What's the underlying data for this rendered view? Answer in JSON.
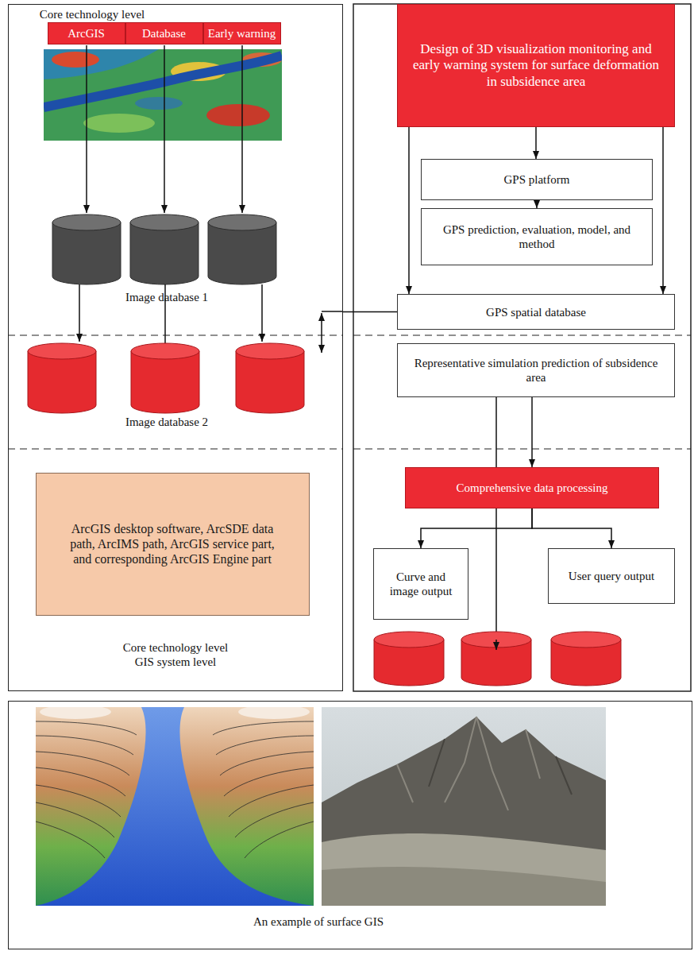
{
  "diagram": {
    "nodes": [
      {
        "text": [
          "Core technology level",
          "Core technology level GIS system level"
        ]
      },
      {
        "text": [
          "ArcGIS"
        ],
        "in": 0
      },
      {
        "text": [
          "Database"
        ],
        "in": 0
      },
      {
        "text": [
          "Early warning"
        ],
        "in": 0
      },
      {
        "text": [
          "ArcGIS desktop software, ArcSDE data path, ArcIMS path, ArcGIS service part, and corresponding ArcGIS Engine part"
        ],
        "in": 0
      },
      {
        "text": [
          "Design of 3D visualization monitoring and early warning system for surface deformation in subsidence area"
        ]
      },
      {
        "text": [
          "GPS platform"
        ]
      },
      {
        "text": [
          "GPS prediction, evaluation, model, and method"
        ]
      },
      {
        "text": [
          "GPS spatial database"
        ]
      },
      {
        "text": [
          "Representative simulation prediction of subsidence area"
        ]
      },
      {
        "text": [
          "Comprehensive data processing"
        ]
      },
      {
        "text": [
          "Curve and image output"
        ]
      },
      {
        "text": [
          "User query output"
        ]
      },
      {
        "text": [
          "An example of surface GIS"
        ]
      }
    ],
    "edges": [
      {
        "from": 5,
        "to": 6,
        "arrow": "to"
      },
      {
        "from": 6,
        "to": 7,
        "arrow": "to"
      },
      {
        "from": 5,
        "to": 8,
        "arrow": "to"
      },
      {
        "from": 5,
        "to": 8,
        "arrow": "to"
      },
      {
        "from": 8,
        "to": 0,
        "arrow": "none"
      },
      {
        "from": 9,
        "to": 10,
        "arrow": "to"
      },
      {
        "from": 10,
        "to": 11,
        "arrow": "to"
      },
      {
        "from": 10,
        "to": 12,
        "arrow": "to"
      }
    ],
    "labels": [
      "Image database 1",
      "Image database 2"
    ]
  }
}
